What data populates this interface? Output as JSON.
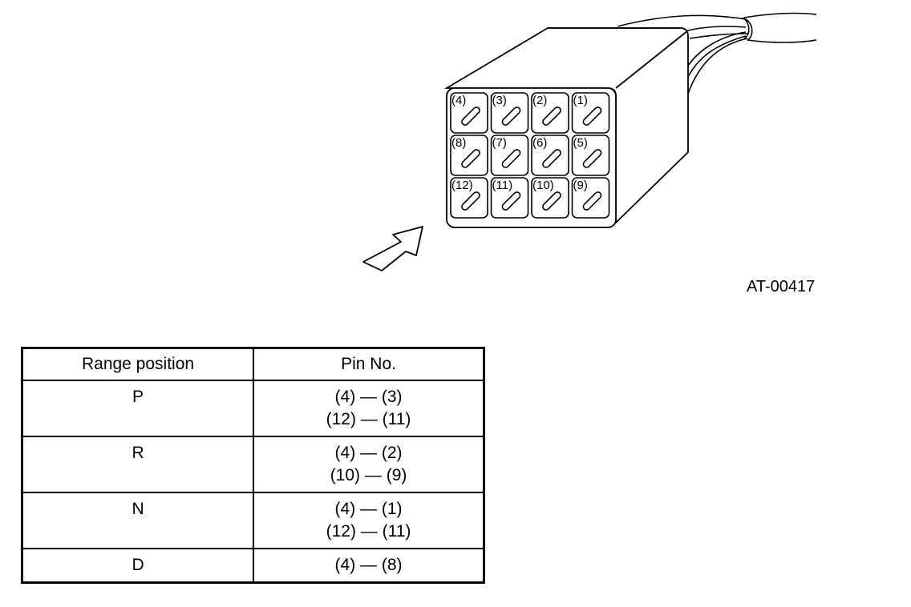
{
  "connector": {
    "pin_labels": [
      "(4)",
      "(3)",
      "(2)",
      "(1)",
      "(8)",
      "(7)",
      "(6)",
      "(5)",
      "(12)",
      "(11)",
      "(10)",
      "(9)"
    ]
  },
  "figure_id": "AT-00417",
  "table": {
    "headers": [
      "Range position",
      "Pin No."
    ],
    "rows": [
      {
        "position": "P",
        "pins": [
          "(4) — (3)",
          "(12) — (11)"
        ]
      },
      {
        "position": "R",
        "pins": [
          "(4) — (2)",
          "(10) — (9)"
        ]
      },
      {
        "position": "N",
        "pins": [
          "(4) — (1)",
          "(12) — (11)"
        ]
      },
      {
        "position": "D",
        "pins": [
          "(4) — (8)"
        ]
      }
    ]
  }
}
